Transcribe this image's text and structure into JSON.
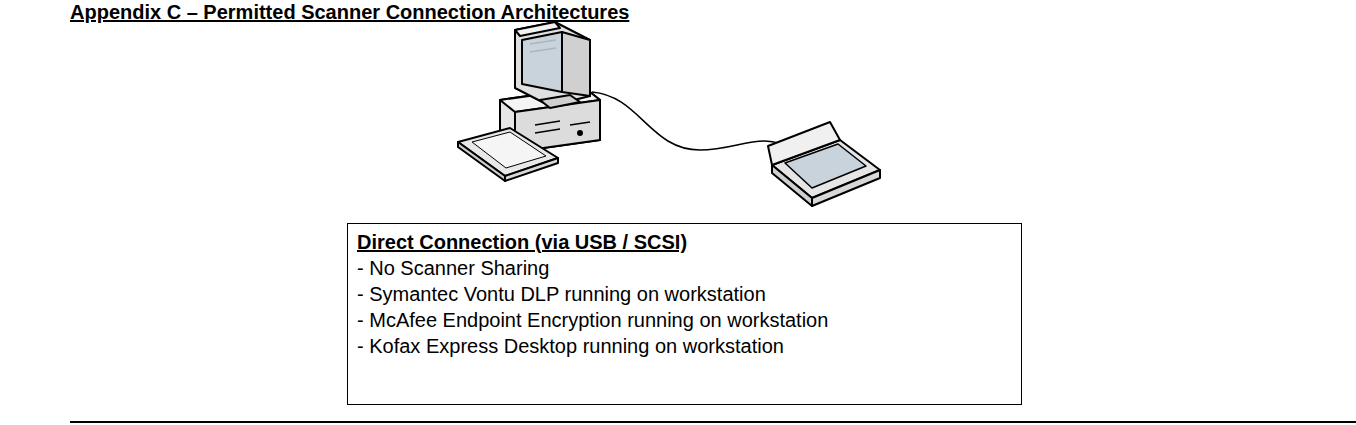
{
  "diagram": {
    "title": "Appendix C – Permitted Scanner Connection Architectures",
    "nodes": [
      {
        "text": [
          "Direct Connection (via USB / SCSI)",
          "- No Scanner Sharing",
          "- Symantec Vontu DLP running on workstation",
          "- McAfee Endpoint Encryption running on workstation",
          "- Kofax Express Desktop running on workstation"
        ]
      }
    ]
  }
}
